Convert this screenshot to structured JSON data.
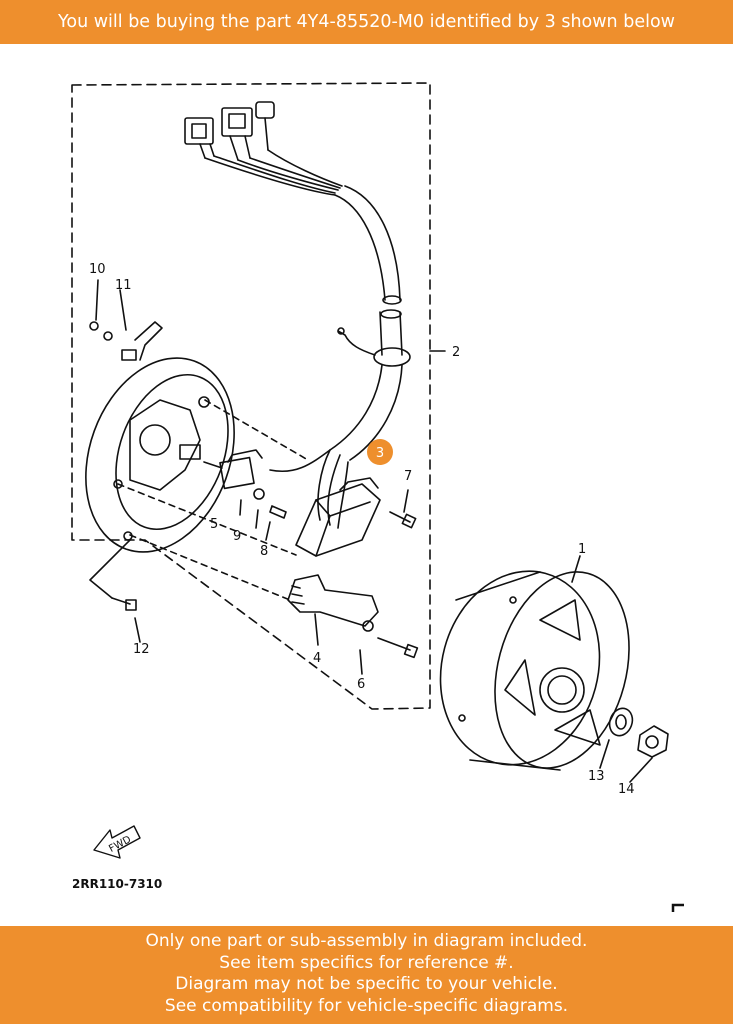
{
  "header": {
    "text": "You will be buying the part 4Y4-85520-M0 identified by 3 shown below"
  },
  "footer": {
    "lines": [
      "Only one part or sub-assembly in diagram included.",
      "See item specifics for reference #.",
      "Diagram may not be specific to your vehicle.",
      "See compatibility for vehicle-specific diagrams."
    ]
  },
  "diagram": {
    "highlight": "3",
    "code": "2RR110-7310",
    "fwd_label": "FWD",
    "part_labels": [
      "1",
      "2",
      "4",
      "5",
      "6",
      "7",
      "8",
      "9",
      "10",
      "11",
      "12",
      "13",
      "14"
    ],
    "colors": {
      "banner": "#ee8f2d",
      "line": "#111111",
      "highlight": "#ee8f2d"
    }
  }
}
